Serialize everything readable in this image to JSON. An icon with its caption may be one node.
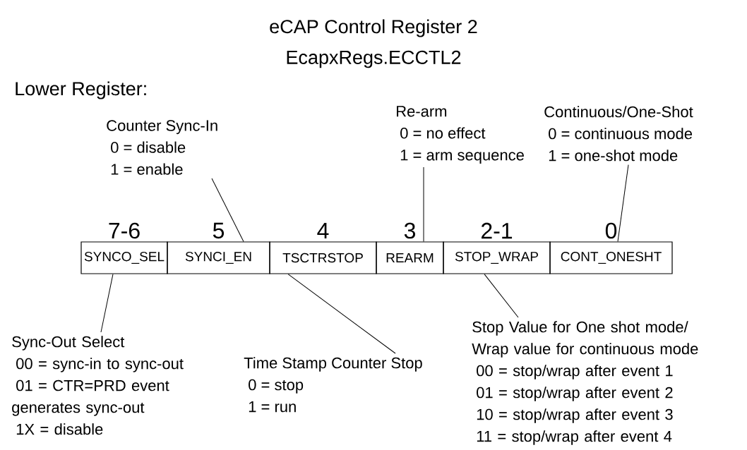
{
  "diagram": {
    "title": "eCAP Control Register 2",
    "nodes": [
      {
        "text": [
          "SYNCO_SEL"
        ],
        "beside": [
          "7-6"
        ]
      },
      {
        "text": [
          "SYNCI_EN"
        ],
        "beside": [
          "5"
        ]
      },
      {
        "text": [
          "TSCTRSTOP"
        ],
        "beside": [
          "4"
        ]
      },
      {
        "text": [
          "REARM"
        ],
        "beside": [
          "3"
        ]
      },
      {
        "text": [
          "STOP_WRAP"
        ],
        "beside": [
          "2-1"
        ]
      },
      {
        "text": [
          "CONT_ONESHT"
        ],
        "beside": [
          "0"
        ]
      },
      {
        "text": [
          "Counter Sync-In",
          "0 = disable",
          "1 = enable"
        ]
      },
      {
        "text": [
          "Re-arm",
          "0 = no effect",
          "1 = arm sequence"
        ]
      },
      {
        "text": [
          "Continuous/One-Shot",
          "0 = continuous mode",
          "1 = one-shot mode"
        ]
      },
      {
        "text": [
          "Sync-Out Select",
          "00 = sync-in to sync-out",
          "01 = CTR=PRD event generates sync-out",
          "1X = disable"
        ]
      },
      {
        "text": [
          "Time Stamp Counter Stop",
          "0 = stop",
          "1 = run"
        ]
      },
      {
        "text": [
          "Stop Value for One shot mode/ Wrap value for continuous mode",
          "00 = stop/wrap after event 1",
          "01 = stop/wrap after event 2",
          "10 = stop/wrap after event 3",
          "11 = stop/wrap after event 4"
        ]
      }
    ],
    "edges": [
      {
        "from": 6,
        "to": 1,
        "arrow": "none"
      },
      {
        "from": 7,
        "to": 3,
        "arrow": "none"
      },
      {
        "from": 8,
        "to": 5,
        "arrow": "none"
      },
      {
        "from": 9,
        "to": 0,
        "arrow": "none"
      },
      {
        "from": 10,
        "to": 2,
        "arrow": "none"
      },
      {
        "from": 11,
        "to": 4,
        "arrow": "none"
      }
    ],
    "labels": [
      "EcapxRegs.ECCTL2",
      "Lower Register:"
    ]
  }
}
